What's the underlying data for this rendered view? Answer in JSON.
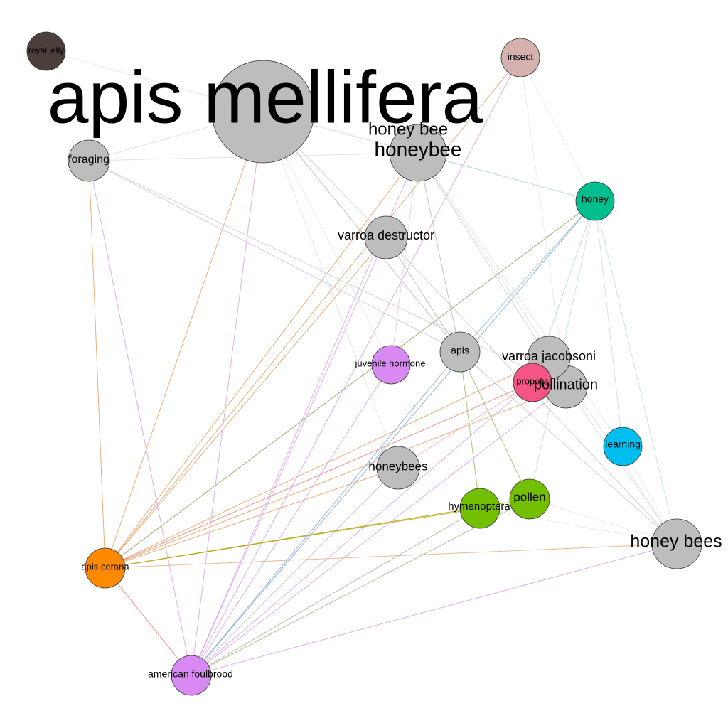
{
  "graph": {
    "nodes": [
      {
        "id": "royal-jelly",
        "label": "royal jelly",
        "color": "#4b3f3b"
      },
      {
        "id": "insect",
        "label": "insect",
        "color": "#d4b1ad"
      },
      {
        "id": "apis-mellifera",
        "label": "apis mellifera",
        "color": "#bdbdbd"
      },
      {
        "id": "honey-bee",
        "label": "honey bee",
        "color": "#bdbdbd"
      },
      {
        "id": "honeybee",
        "label": "honeybee",
        "color": "#bdbdbd"
      },
      {
        "id": "foraging",
        "label": "foraging",
        "color": "#bdbdbd"
      },
      {
        "id": "honey",
        "label": "honey",
        "color": "#00bf8f"
      },
      {
        "id": "varroa-destructor",
        "label": "varroa destructor",
        "color": "#bdbdbd"
      },
      {
        "id": "apis",
        "label": "apis",
        "color": "#bdbdbd"
      },
      {
        "id": "juvenile-hormone",
        "label": "juvenile hormone",
        "color": "#d98af2"
      },
      {
        "id": "varroa-jacobsoni",
        "label": "varroa jacobsoni",
        "color": "#bdbdbd"
      },
      {
        "id": "pollination",
        "label": "pollination",
        "color": "#bdbdbd"
      },
      {
        "id": "propolis",
        "label": "propolis",
        "color": "#f45584"
      },
      {
        "id": "learning",
        "label": "learning",
        "color": "#00bfef"
      },
      {
        "id": "honeybees",
        "label": "honeybees",
        "color": "#bdbdbd"
      },
      {
        "id": "pollen",
        "label": "pollen",
        "color": "#72bf00"
      },
      {
        "id": "hymenoptera",
        "label": "hymenoptera",
        "color": "#72bf00"
      },
      {
        "id": "honey-bees",
        "label": "honey bees",
        "color": "#bdbdbd"
      },
      {
        "id": "apis-cerana",
        "label": "apis cerana",
        "color": "#ff8a00"
      },
      {
        "id": "american-foulbrood",
        "label": "american foulbrood",
        "color": "#d98af2"
      }
    ],
    "edges": [
      {
        "source": "apis-cerana",
        "target": "foraging",
        "color": "#e8a060"
      },
      {
        "source": "apis-cerana",
        "target": "apis-mellifera",
        "color": "#e8a060"
      },
      {
        "source": "apis-cerana",
        "target": "insect",
        "color": "#e8a060"
      },
      {
        "source": "apis-cerana",
        "target": "honeybee",
        "color": "#e8a060"
      },
      {
        "source": "apis-cerana",
        "target": "varroa-destructor",
        "color": "#e8a060"
      },
      {
        "source": "apis-cerana",
        "target": "honey",
        "color": "#8fa060"
      },
      {
        "source": "apis-cerana",
        "target": "hymenoptera",
        "color": "#b0a000"
      },
      {
        "source": "apis-cerana",
        "target": "pollen",
        "color": "#b0a000"
      },
      {
        "source": "apis-cerana",
        "target": "propolis",
        "color": "#f08070"
      },
      {
        "source": "apis-cerana",
        "target": "varroa-jacobsoni",
        "color": "#e8a060"
      },
      {
        "source": "apis-cerana",
        "target": "pollination",
        "color": "#e8a060"
      },
      {
        "source": "apis-cerana",
        "target": "honeybees",
        "color": "#e8a060"
      },
      {
        "source": "apis-cerana",
        "target": "honey-bees",
        "color": "#e0b080"
      },
      {
        "source": "apis-cerana",
        "target": "american-foulbrood",
        "color": "#f08080"
      },
      {
        "source": "american-foulbrood",
        "target": "foraging",
        "color": "#d9a0e8"
      },
      {
        "source": "american-foulbrood",
        "target": "apis-mellifera",
        "color": "#d9a0e8"
      },
      {
        "source": "american-foulbrood",
        "target": "honeybee",
        "color": "#d9a0e8"
      },
      {
        "source": "american-foulbrood",
        "target": "insect",
        "color": "#d9a0e8"
      },
      {
        "source": "american-foulbrood",
        "target": "varroa-destructor",
        "color": "#d9a0e8"
      },
      {
        "source": "american-foulbrood",
        "target": "honey",
        "color": "#80a8d8"
      },
      {
        "source": "american-foulbrood",
        "target": "apis",
        "color": "#80a8d8"
      },
      {
        "source": "american-foulbrood",
        "target": "propolis",
        "color": "#d9a0e8"
      },
      {
        "source": "american-foulbrood",
        "target": "pollination",
        "color": "#d9a0e8"
      },
      {
        "source": "american-foulbrood",
        "target": "hymenoptera",
        "color": "#a0b890"
      },
      {
        "source": "american-foulbrood",
        "target": "pollen",
        "color": "#a0b890"
      },
      {
        "source": "american-foulbrood",
        "target": "honey-bees",
        "color": "#d9a0e8"
      },
      {
        "source": "american-foulbrood",
        "target": "honeybees",
        "color": "#c0c0c0"
      },
      {
        "source": "american-foulbrood",
        "target": "juvenile-hormone",
        "color": "#d9a0e8"
      },
      {
        "source": "apis",
        "target": "hymenoptera",
        "color": "#90c060"
      },
      {
        "source": "apis",
        "target": "pollen",
        "color": "#90c060"
      },
      {
        "source": "apis",
        "target": "honeybee",
        "color": "#b8b8b8"
      },
      {
        "source": "apis",
        "target": "apis-mellifera",
        "color": "#b8b8b8"
      },
      {
        "source": "apis",
        "target": "varroa-destructor",
        "color": "#b8b8b8"
      },
      {
        "source": "apis",
        "target": "honey-bees",
        "color": "#c8c8c8"
      },
      {
        "source": "apis",
        "target": "foraging",
        "color": "#c8c8c8"
      },
      {
        "source": "honey",
        "target": "apis",
        "color": "#90c0e0"
      },
      {
        "source": "honey",
        "target": "honeybee",
        "color": "#b8d8d0"
      },
      {
        "source": "honey",
        "target": "apis-mellifera",
        "color": "#c8e0d8"
      },
      {
        "source": "honey",
        "target": "propolis",
        "color": "#b8d8d0"
      },
      {
        "source": "honey",
        "target": "pollen",
        "color": "#c8e0d8"
      },
      {
        "source": "honey",
        "target": "honey-bees",
        "color": "#c8e0d8"
      },
      {
        "source": "honey",
        "target": "learning",
        "color": "#c8e0d8"
      },
      {
        "source": "varroa-destructor",
        "target": "honey-bees",
        "color": "#c8c8c8"
      },
      {
        "source": "varroa-destructor",
        "target": "apis-mellifera",
        "color": "#d0d0d0"
      },
      {
        "source": "foraging",
        "target": "apis-mellifera",
        "color": "#dddddd"
      },
      {
        "source": "foraging",
        "target": "honeybee",
        "color": "#dddddd"
      },
      {
        "source": "foraging",
        "target": "pollination",
        "color": "#cccccc"
      },
      {
        "source": "honeybee",
        "target": "pollination",
        "color": "#d0d0d0"
      },
      {
        "source": "honeybee",
        "target": "honey-bees",
        "color": "#d8e0e0"
      },
      {
        "source": "honeybee",
        "target": "learning",
        "color": "#d0e8e8"
      },
      {
        "source": "pollination",
        "target": "honey-bees",
        "color": "#d8d8d8"
      },
      {
        "source": "propolis",
        "target": "honeybees",
        "color": "#f0b0b0"
      },
      {
        "source": "insect",
        "target": "pollination",
        "color": "#e8e8e8"
      },
      {
        "source": "insect",
        "target": "honey",
        "color": "#e8e8e8"
      },
      {
        "source": "royal-jelly",
        "target": "apis-mellifera",
        "color": "#e8e8e8"
      },
      {
        "source": "royal-jelly",
        "target": "honeybee",
        "color": "#eeeeee"
      },
      {
        "source": "juvenile-hormone",
        "target": "honeybee",
        "color": "#e0d0ea"
      },
      {
        "source": "juvenile-hormone",
        "target": "apis-mellifera",
        "color": "#e8e0ee"
      },
      {
        "source": "learning",
        "target": "honey-bees",
        "color": "#d8eaea"
      },
      {
        "source": "honeybees",
        "target": "apis-mellifera",
        "color": "#e0e0e0"
      },
      {
        "source": "hymenoptera",
        "target": "honey-bees",
        "color": "#e0eadd"
      },
      {
        "source": "pollen",
        "target": "honey-bees",
        "color": "#e0eadd"
      }
    ]
  }
}
